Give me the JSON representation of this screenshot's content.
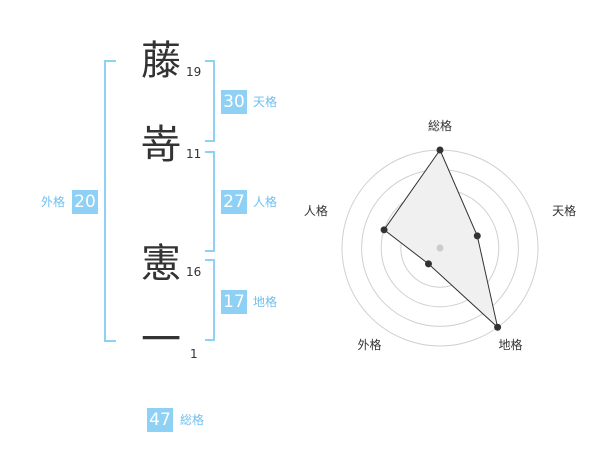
{
  "name_chars": [
    {
      "char": "藤",
      "strokes": "19"
    },
    {
      "char": "嵜",
      "strokes": "11"
    },
    {
      "char": "憲",
      "strokes": "16"
    },
    {
      "char": "一",
      "strokes": "1"
    }
  ],
  "kaku": {
    "tenkaku": {
      "value": "30",
      "label": "天格"
    },
    "jinkaku": {
      "value": "27",
      "label": "人格"
    },
    "chikaku": {
      "value": "17",
      "label": "地格"
    },
    "gaikaku": {
      "value": "20",
      "label": "外格"
    },
    "soukaku": {
      "value": "47",
      "label": "総格"
    }
  },
  "colors": {
    "accent": "#8fd0f5",
    "accent_text": "#6fbff0",
    "polygon_fill": "#f0f0f0"
  },
  "chart_data": {
    "type": "radar",
    "axes": [
      "総格",
      "天格",
      "地格",
      "外格",
      "人格"
    ],
    "values": [
      5,
      2,
      5,
      1,
      3
    ],
    "rmax": 5,
    "rings": 5
  }
}
